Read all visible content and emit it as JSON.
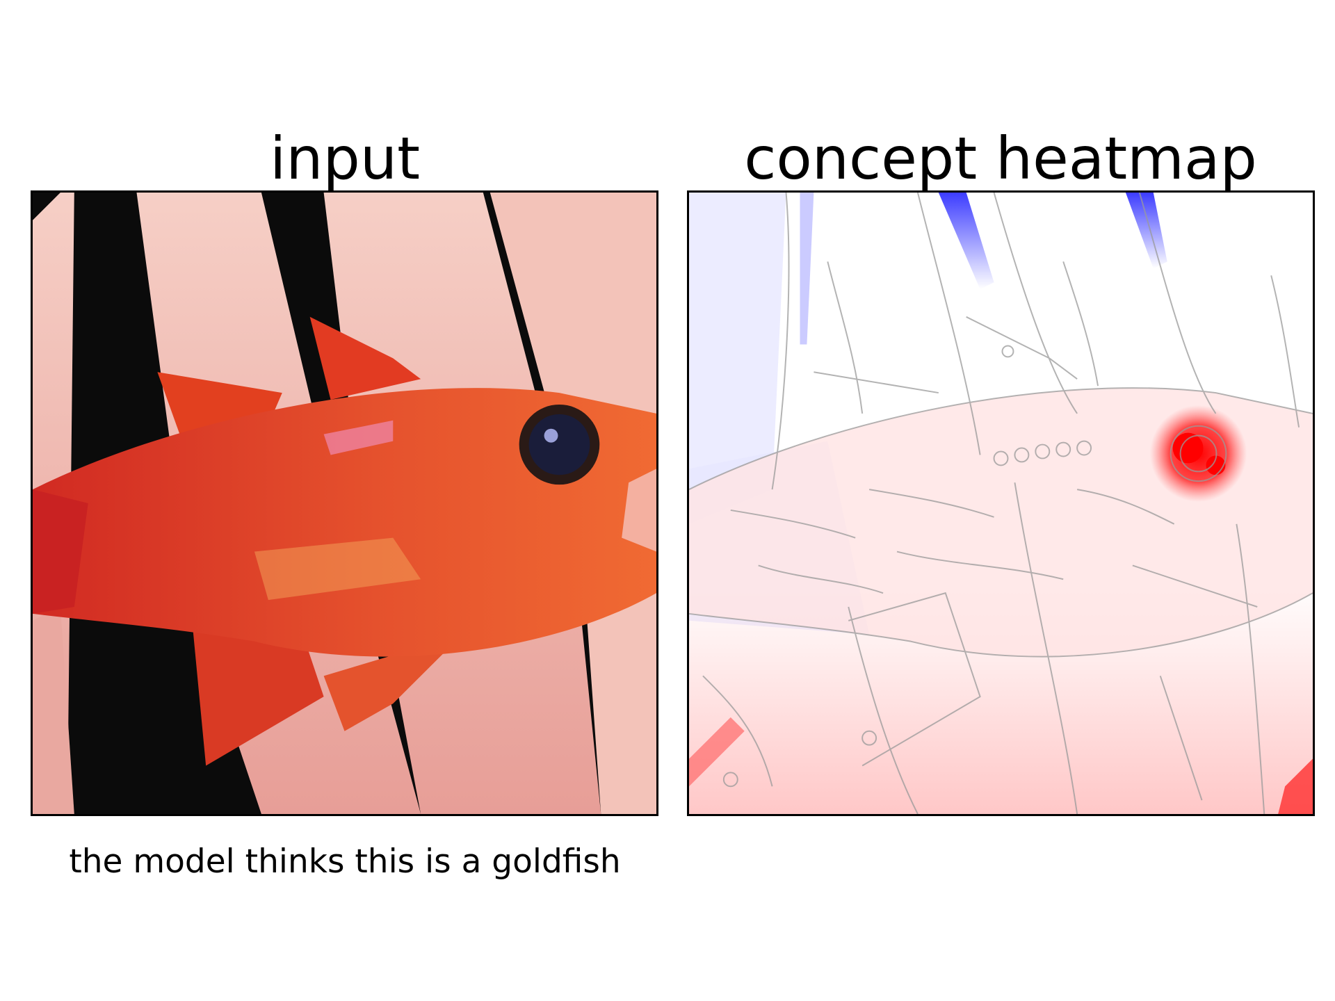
{
  "panels": {
    "input": {
      "title": "input"
    },
    "heatmap": {
      "title": "concept heatmap"
    }
  },
  "caption": "the model thinks this is a goldfish",
  "colors": {
    "fish": "#e8452e",
    "skin": "#f0b3a8",
    "background": "#0b0b0b",
    "positive_relevance": "#ff0000",
    "negative_relevance": "#1a1aff",
    "edges": "#9a9a9a"
  }
}
